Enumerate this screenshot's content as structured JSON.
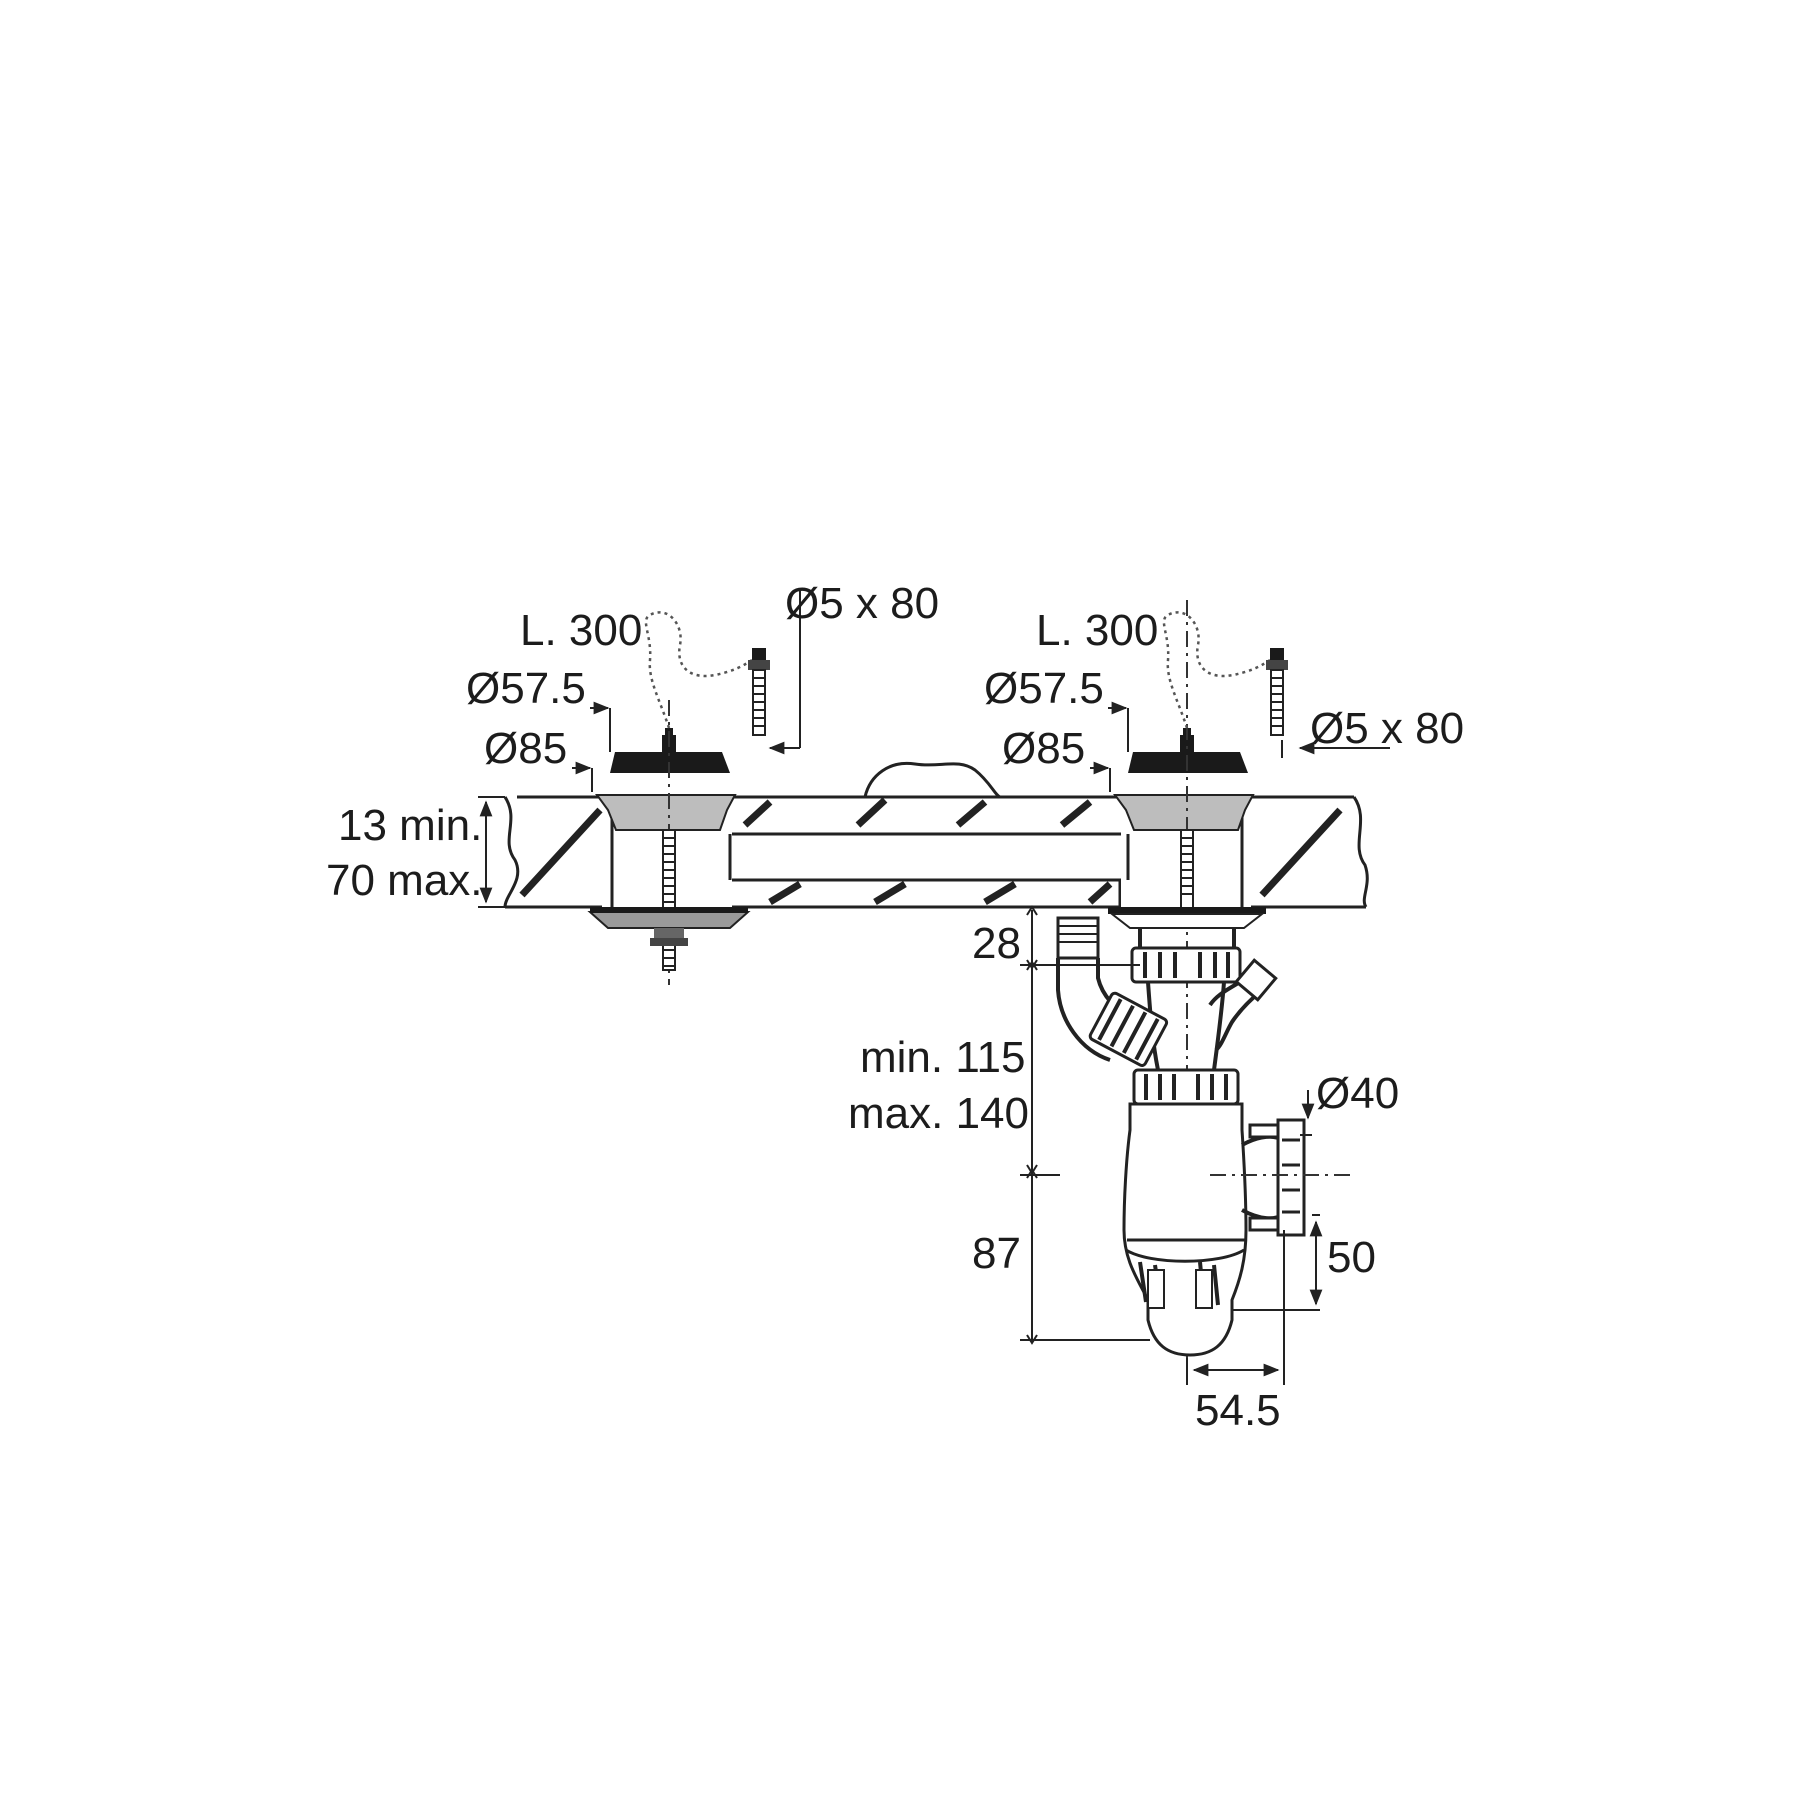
{
  "diagram": {
    "labels": {
      "chain_length_left": "L. 300",
      "chain_length_right": "L. 300",
      "plug_diameter_left": "Ø57.5",
      "plug_diameter_right": "Ø57.5",
      "flange_diameter_left": "Ø85",
      "flange_diameter_right": "Ø85",
      "screw_left": "Ø5 x 80",
      "screw_right": "Ø5 x 80",
      "thickness_min": "13 min.",
      "thickness_max": "70 max.",
      "drop_28": "28",
      "height_min": "min. 115",
      "height_max": "max. 140",
      "outlet_diameter": "Ø40",
      "depth_87": "87",
      "outlet_height": "50",
      "offset": "54.5"
    }
  }
}
